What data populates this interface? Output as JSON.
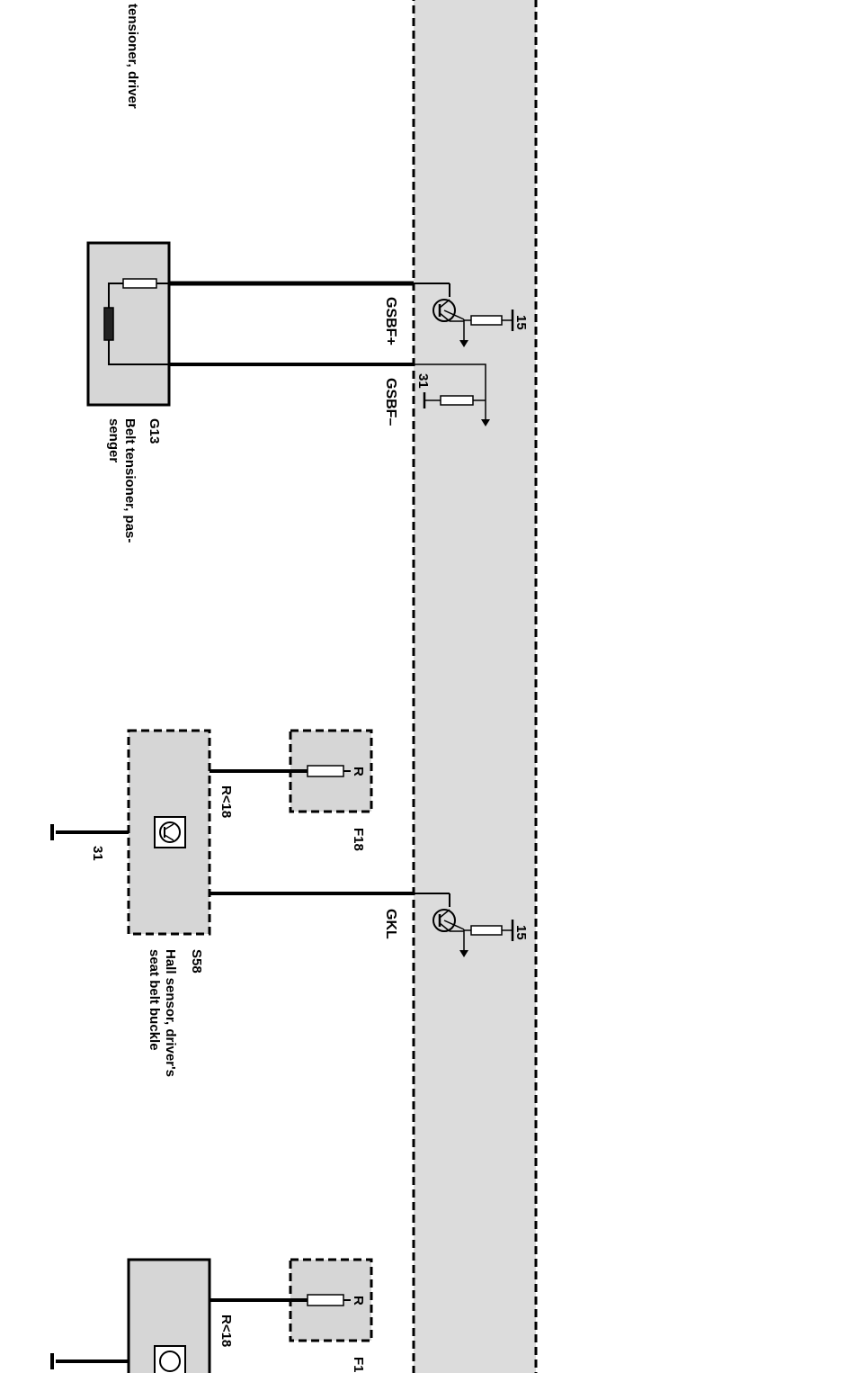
{
  "colors": {
    "module_fill": "#dcdcdc",
    "component_fill": "#d6d6d6",
    "wire": "#000000"
  },
  "components": {
    "top_partial": {
      "description_line1": "tensioner, driver"
    },
    "g13": {
      "id": "G13",
      "description_line1": "Belt tensioner, pas-",
      "description_line2": "senger"
    },
    "s58": {
      "id": "S58",
      "description_line1": "Hall sensor, driver's",
      "description_line2": "seat belt buckle"
    },
    "f18": {
      "id": "F18",
      "fuse_label": "R"
    },
    "f_bottom": {
      "id": "F1",
      "fuse_label": "R"
    }
  },
  "signals": {
    "gsbf_plus": "GSBF+",
    "gsbf_minus": "GSBF–",
    "gkl": "GKL",
    "r18_upper": "R<18",
    "r18_lower": "R<18"
  },
  "terminals": {
    "t15_upper": "15",
    "t31_upper": "31",
    "t15_lower": "15",
    "t31_ground": "31"
  }
}
